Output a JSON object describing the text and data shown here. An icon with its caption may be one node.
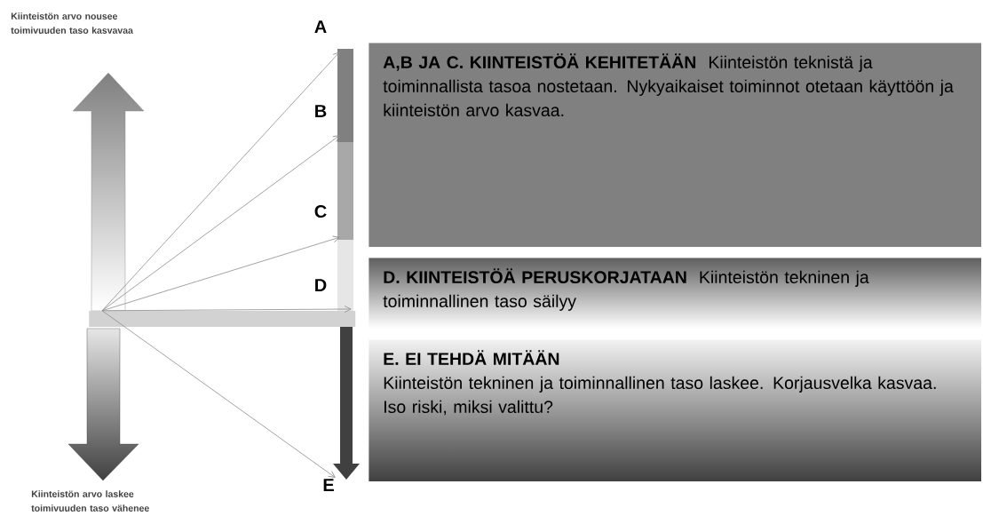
{
  "diagram": {
    "nodes": [
      {
        "text": [],
        "shape": "bar"
      },
      {
        "text": [
          "A"
        ]
      },
      {
        "text": [
          "B"
        ]
      },
      {
        "text": [
          "C"
        ]
      },
      {
        "text": [
          "D"
        ]
      },
      {
        "text": [
          "E"
        ]
      },
      {
        "text": [
          "A,B JA C. KIINTEISTÖÄ KEHITETÄÄN",
          "Kiinteistön teknistä ja toiminnallista tasoa nostetaan. Nykyaikaiset toiminnot otetaan käyttöön ja kiinteistön arvo kasvaa."
        ]
      },
      {
        "text": [
          "D. KIINTEISTÖÄ PERUSKORJATAAN",
          "Kiinteistön tekninen ja toiminnallinen taso säilyy"
        ]
      },
      {
        "text": [
          "E. EI TEHDÄ MITÄÄN",
          "Kiinteistön tekninen ja toiminnallinen taso laskee. Korjausvelka kasvaa. Iso riski, miksi valittu?"
        ]
      }
    ],
    "edges": [
      {
        "from": 0,
        "to": 1,
        "arrow": "to"
      },
      {
        "from": 0,
        "to": 2,
        "arrow": "to"
      },
      {
        "from": 0,
        "to": 3,
        "arrow": "to"
      },
      {
        "from": 0,
        "to": 4,
        "arrow": "to"
      },
      {
        "from": 0,
        "to": 5,
        "arrow": "to"
      }
    ],
    "labels": [
      "Kiinteistön arvo nousee toimivuuden taso kasvavaa",
      "Kiinteistön arvo laskee toimivuuden taso vähenee"
    ]
  }
}
